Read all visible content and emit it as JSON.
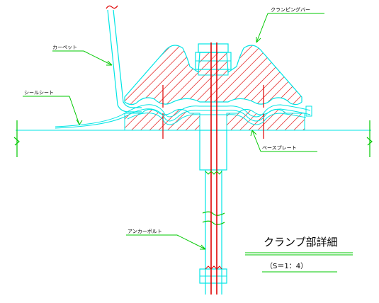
{
  "labels": {
    "clamping_bar": "クランピングバー",
    "carpet": "カーペット",
    "seal_sheet": "シールシート",
    "base_plate": "ベースプレート",
    "anchor_bolt": "アンカーボルト"
  },
  "title": "クランプ部詳細",
  "scale": "（S＝1：4）",
  "colors": {
    "outline": "#00e5e5",
    "hatch": "#e00000",
    "leader": "#00c800",
    "text": "#000000"
  }
}
